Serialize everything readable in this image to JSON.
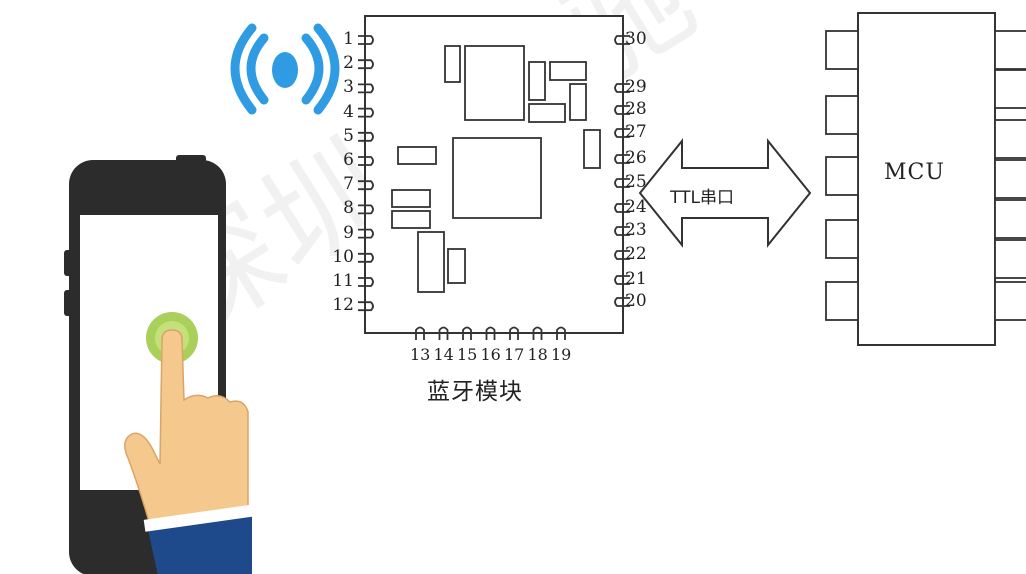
{
  "watermark": "深圳市信驰",
  "module": {
    "caption": "蓝牙模块",
    "left_pins": [
      "1",
      "2",
      "3",
      "4",
      "5",
      "6",
      "7",
      "8",
      "9",
      "10",
      "11",
      "12"
    ],
    "right_pins": [
      "30",
      "29",
      "28",
      "27",
      "26",
      "25",
      "24",
      "23",
      "22",
      "21",
      "20"
    ],
    "bottom_pins": [
      "13",
      "14",
      "15",
      "16",
      "17",
      "18",
      "19"
    ]
  },
  "link": {
    "label": "TTL串口"
  },
  "mcu": {
    "label": "MCU"
  },
  "icons": {
    "signal": "wireless-signal-icon",
    "phone": "smartphone-icon",
    "hand": "pointing-hand-icon"
  },
  "colors": {
    "signal": "#2f9be3",
    "touch_circle": "#a8d05a",
    "sleeve": "#1e4a8c",
    "skin": "#f5c98e"
  }
}
